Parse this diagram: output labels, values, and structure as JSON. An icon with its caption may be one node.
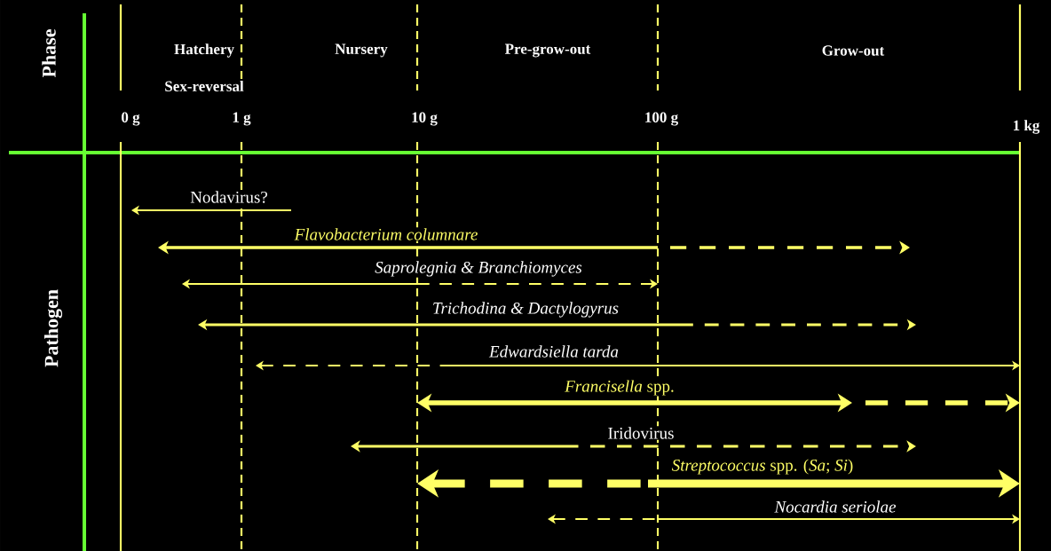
{
  "diagram": {
    "labels": [
      "Phase",
      "Hatchery",
      "Nursery",
      "Pre-grow-out",
      "Grow-out",
      "Sex-reversal",
      "0 g",
      "1 g",
      "10 g",
      "100 g",
      "1 kg",
      "Pathogen",
      "Nodavirus?",
      "Flavobacterium columnare",
      "Saprolegnia & Branchiomyces",
      "Trichodina & Dactylogyrus",
      "Edwardsiella tarda",
      "*Francisella* spp.",
      "Iridovirus",
      "*Streptococcus* spp. (*Sa*; *Si*)",
      "Nocardia seriolae"
    ]
  }
}
